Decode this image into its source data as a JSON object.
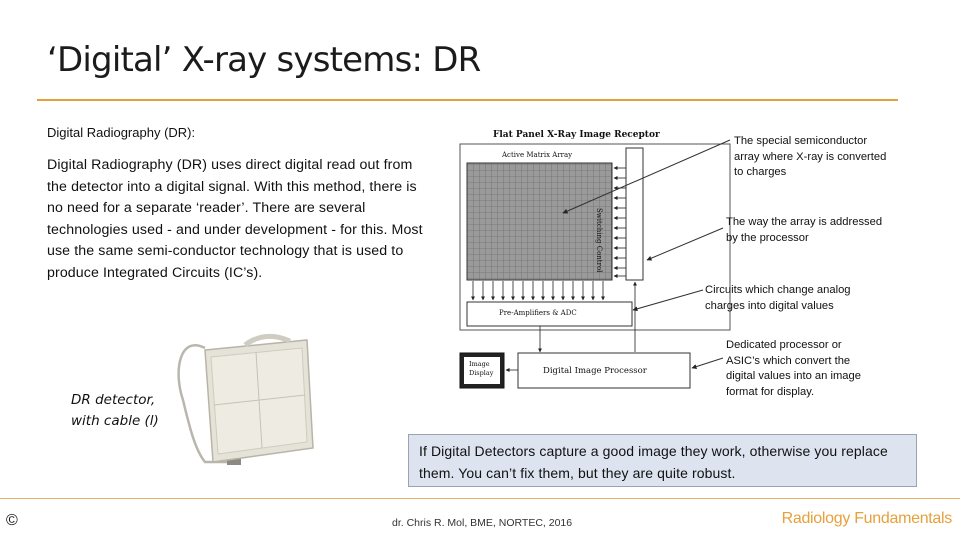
{
  "slide": {
    "title": "‘Digital’ X-ray systems: DR",
    "subheading": "Digital Radiography (DR):",
    "body": "Digital Radiography (DR) uses direct digital read out from the detector into a digital signal. With this method, there is no need for a separate ‘reader’. There are several technologies used - and under development - for this. Most use the same semi-conductor technology that is used to produce Integrated Circuits (IC’s).",
    "detector_caption": [
      "DR detector,",
      "with cable (l)"
    ],
    "callout": "If Digital Detectors capture a good image they work, otherwise you replace them. You can’t fix them, but they are quite robust."
  },
  "diagram": {
    "title": "Flat Panel X-Ray Image Receptor",
    "array_label": "Active Matrix Array",
    "switching_label": "Switching Control",
    "preamp_label": "Pre-Amplifiers & ADC",
    "processor_label": "Digital Image Processor",
    "display_label": [
      "Image",
      "Display"
    ],
    "annotations": [
      "The special semiconductor array where X-ray is converted to charges",
      "The way the array is addressed by the processor",
      "Circuits which change analog charges into digital values",
      "Dedicated processor or ASIC’s which convert the digital values into an image format for display."
    ]
  },
  "footer": {
    "copyright": "©",
    "credit": "dr. Chris R. Mol, BME, NORTEC, 2016",
    "brand": "Radiology Fundamentals"
  },
  "colors": {
    "accent": "#e4a13a",
    "callout_bg": "#dde4f0"
  }
}
